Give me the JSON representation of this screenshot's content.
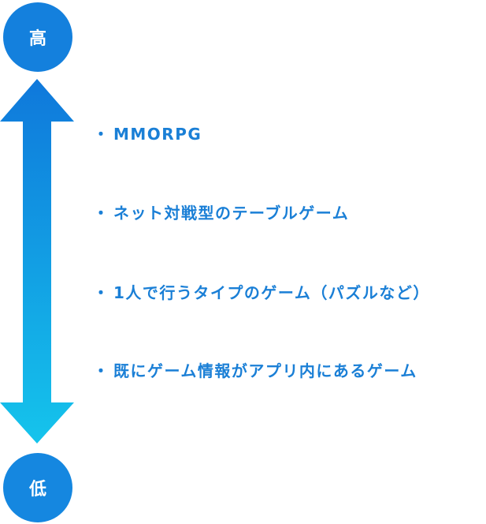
{
  "scale": {
    "high_label": "高",
    "low_label": "低"
  },
  "items": [
    {
      "bullet": "・",
      "text": "MMORPG"
    },
    {
      "bullet": "・",
      "text": "ネット対戦型のテーブルゲーム"
    },
    {
      "bullet": "・",
      "text": "1人で行うタイプのゲーム（パズルなど）"
    },
    {
      "bullet": "・",
      "text": "既にゲーム情報がアプリ内にあるゲーム"
    }
  ],
  "colors": {
    "circle": "#1480dd",
    "arrow_top": "#0f78db",
    "arrow_bottom": "#15c4ec",
    "text": "#1a7fd6"
  }
}
